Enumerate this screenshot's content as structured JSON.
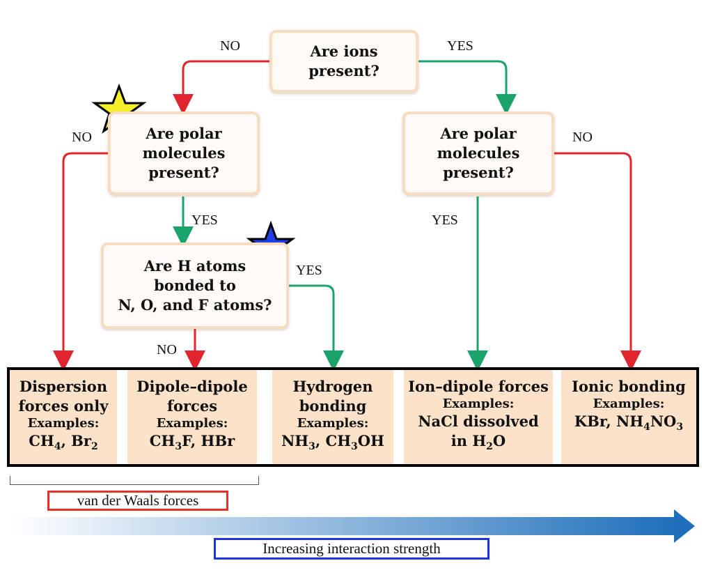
{
  "questions": {
    "ions": "Are ions\npresent?",
    "polar_left": "Are polar\nmolecules\npresent?",
    "polar_right": "Are polar\nmolecules\npresent?",
    "h_atoms": "Are H atoms\nbonded to\nN, O, and F atoms?"
  },
  "edge_labels": {
    "ions_no": "NO",
    "ions_yes": "YES",
    "polar_left_no": "NO",
    "polar_left_yes": "YES",
    "h_yes": "YES",
    "h_no": "NO",
    "polar_right_yes": "YES",
    "polar_right_no": "NO"
  },
  "categories": [
    {
      "title": "Dispersion\nforces only",
      "examples_label": "Examples:",
      "examples": [
        [
          "CH",
          "4",
          ", Br",
          "2",
          ""
        ]
      ]
    },
    {
      "title": "Dipole–dipole\nforces",
      "examples_label": "Examples:",
      "examples": [
        [
          "CH",
          "3",
          "F, HBr",
          "",
          ""
        ]
      ]
    },
    {
      "title": "Hydrogen\nbonding",
      "examples_label": "Examples:",
      "examples": [
        [
          "NH",
          "3",
          ", CH",
          "3",
          "OH"
        ]
      ]
    },
    {
      "title": "Ion–dipole forces",
      "examples_label": "Examples:",
      "examples": [
        [
          "NaCl dissolved",
          "",
          "",
          "",
          ""
        ],
        [
          "in H",
          "2",
          "O",
          "",
          ""
        ]
      ]
    },
    {
      "title": "Ionic bonding",
      "examples_label": "Examples:",
      "examples": [
        [
          "KBr, NH",
          "4",
          "NO",
          "3",
          ""
        ]
      ]
    }
  ],
  "footer": {
    "vdw_label": "van der Waals forces",
    "strength_label": "Increasing interaction strength"
  },
  "colors": {
    "no_arrow": "#e0252e",
    "yes_arrow": "#1aa36a",
    "box_fill": "#fbe2c9",
    "star_yellow": "#f7ee2a",
    "star_blue": "#1f3fe6",
    "strength_arrow": "#1f6fba"
  }
}
